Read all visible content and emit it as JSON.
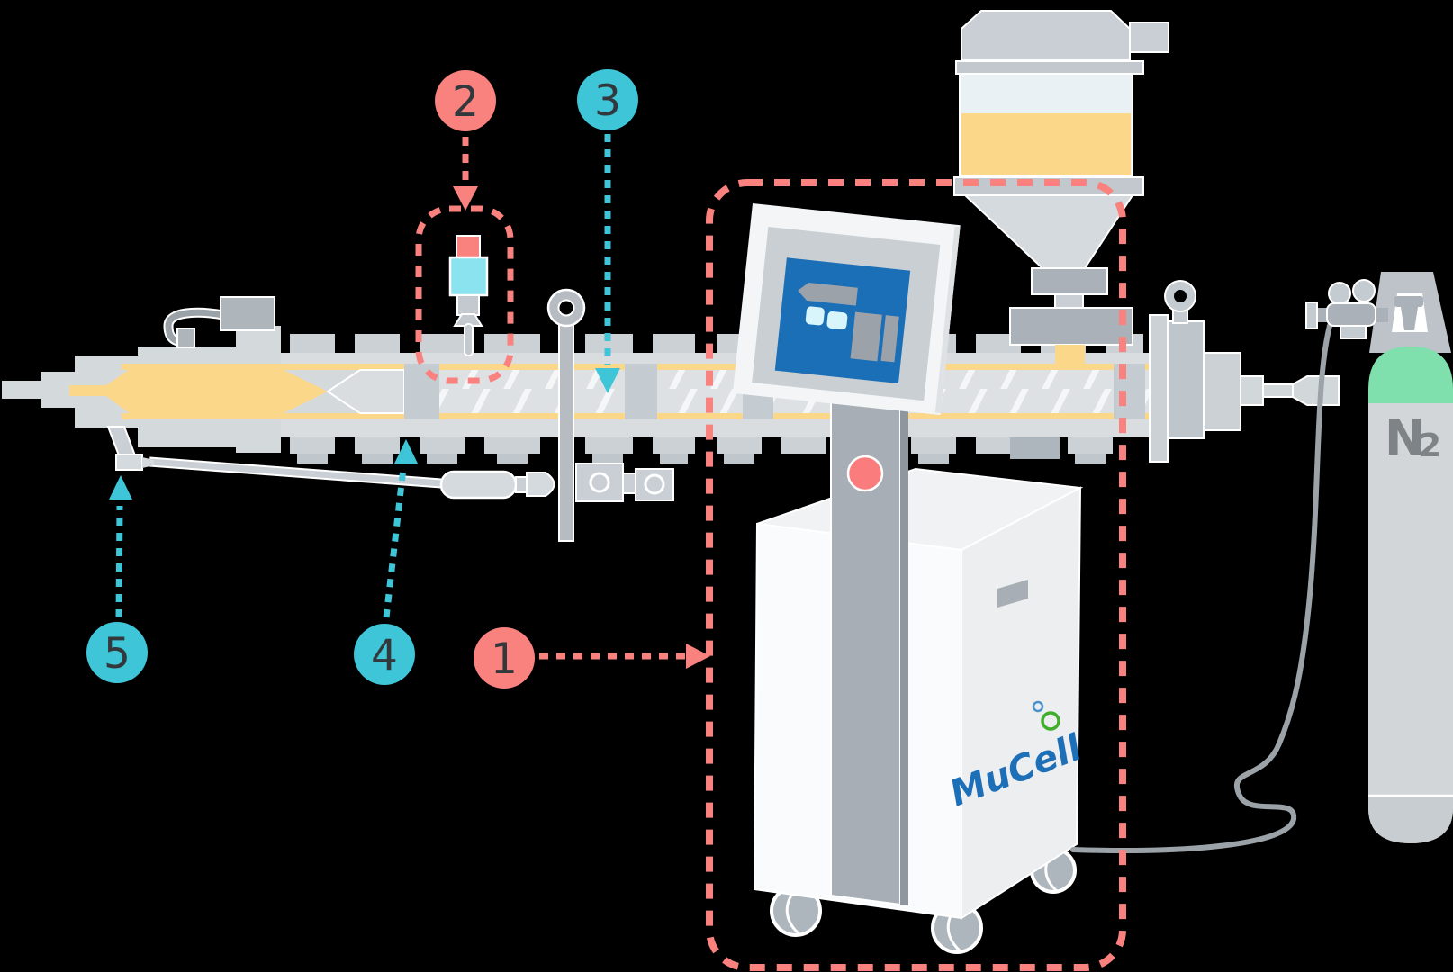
{
  "callouts": [
    {
      "label": "1",
      "color_role": "red",
      "points_to": "mucell-sgi-dosing-unit"
    },
    {
      "label": "2",
      "color_role": "red",
      "points_to": "gas-injector"
    },
    {
      "label": "3",
      "color_role": "teal",
      "points_to": "extruder-barrel-screw"
    },
    {
      "label": "4",
      "color_role": "teal",
      "points_to": "barrel-underside-sensor-line"
    },
    {
      "label": "5",
      "color_role": "teal",
      "points_to": "die-pressure-tap"
    }
  ],
  "equipment": {
    "gas_cylinder_label_main": "N",
    "gas_cylinder_label_sub": "2",
    "dosing_unit_logo": "MuCell"
  },
  "colors": {
    "accent_red": "#F9817E",
    "accent_teal": "#3EC5D8",
    "melt_yellow": "#FBD78A",
    "screen_blue": "#1B6FB7",
    "logo_blue": "#1D70B8",
    "logo_green": "#3FAE2A",
    "cylinder_green": "#7FDFAD",
    "button_red": "#FB7C7C",
    "injector_cyan": "#8BE3F0"
  }
}
